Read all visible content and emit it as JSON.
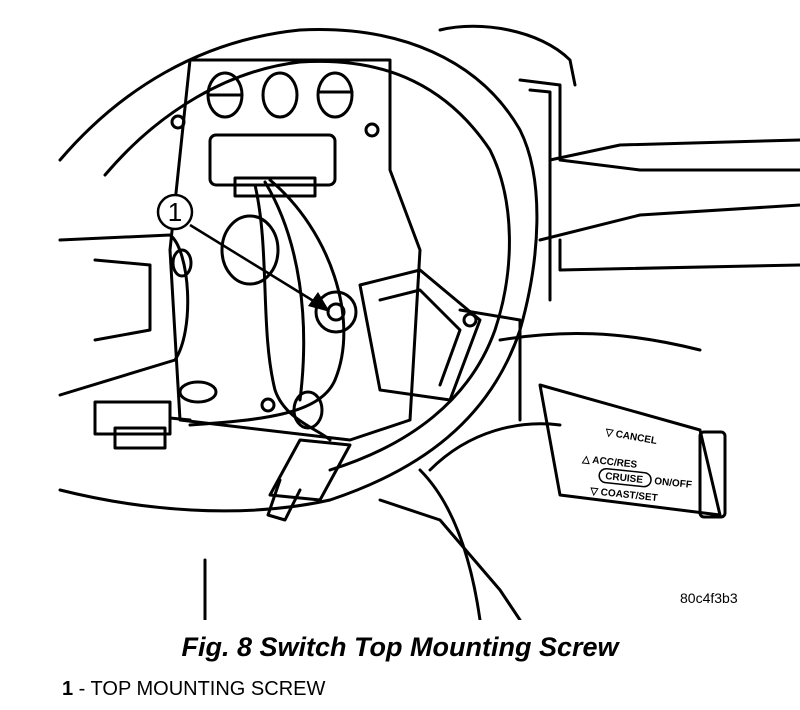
{
  "figure": {
    "callout_number": "1",
    "stalk_labels": {
      "cancel": "▽ CANCEL",
      "acc_res": "△ ACC/RES",
      "cruise": "CRUISE",
      "on_off": "ON/OFF",
      "coast_set": "▽ COAST/SET"
    },
    "image_code": "80c4f3b3"
  },
  "caption": {
    "title": "Fig. 8 Switch Top Mounting Screw"
  },
  "legend": {
    "number": "1",
    "text": " - TOP MOUNTING SCREW"
  }
}
